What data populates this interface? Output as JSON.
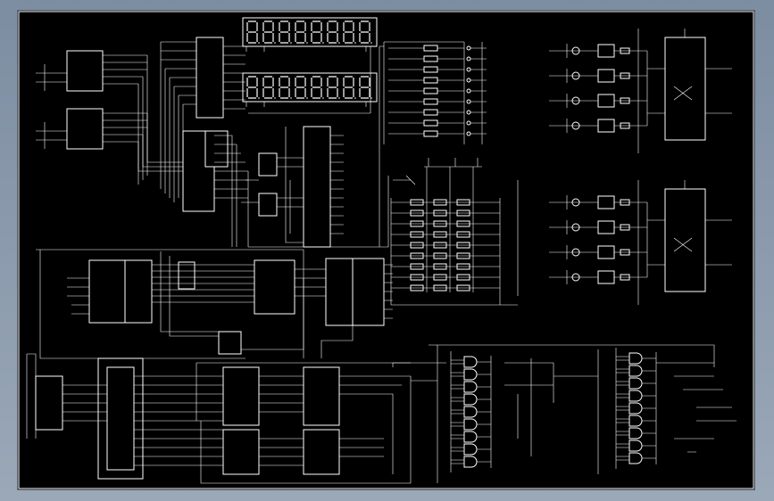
{
  "window": {
    "background": "#000000",
    "frame_color": "#8a99ab",
    "line_color": "#ffffff"
  },
  "display": {
    "digit_count_top": 8,
    "digit_count_bottom": 8
  },
  "key_labels": [
    "",
    "",
    "",
    "",
    "",
    "",
    "",
    "",
    ""
  ],
  "icons": {
    "schematic": "schematic-canvas",
    "segment-display": "seven-segment-display-icon"
  }
}
